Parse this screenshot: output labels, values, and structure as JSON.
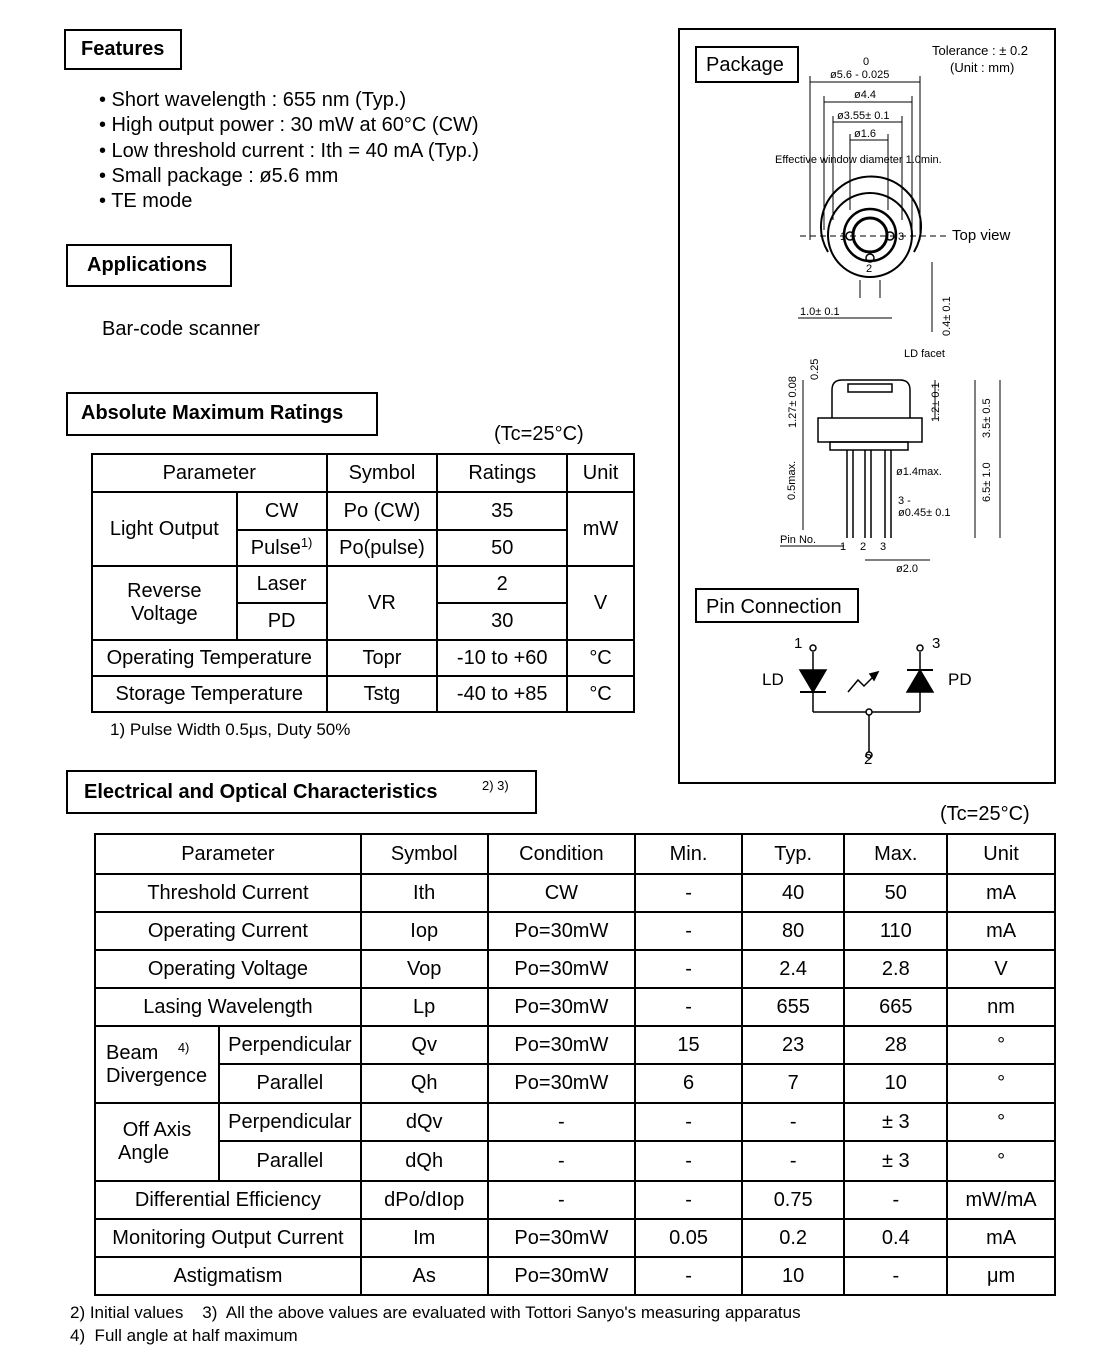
{
  "features": {
    "title": "Features",
    "items": [
      "• Short wavelength : 655 nm (Typ.)",
      "• High output power : 30 mW at 60°C (CW)",
      "• Low threshold current : Ith = 40 mA (Typ.)",
      "• Small package : ø5.6 mm",
      "• TE mode"
    ]
  },
  "applications": {
    "title": "Applications",
    "text": "Bar-code scanner"
  },
  "amr": {
    "title": "Absolute Maximum Ratings",
    "condition": "(Tc=25°C)",
    "headers": [
      "Parameter",
      "Symbol",
      "Ratings",
      "Unit"
    ],
    "light_output": "Light Output",
    "cw": "CW",
    "pulse": "Pulse",
    "pulse_note": "1)",
    "po_cw": "Po  (CW)",
    "po_pulse": "Po(pulse)",
    "r35": "35",
    "r50": "50",
    "mw": "mW",
    "reverse_voltage_1": "Reverse",
    "reverse_voltage_2": "Voltage",
    "laser": "Laser",
    "pd": "PD",
    "vr": "VR",
    "r2": "2",
    "r30": "30",
    "v": "V",
    "op_temp": "Operating Temperature",
    "topr": "Topr",
    "op_range": "-10 to +60",
    "st_temp": "Storage Temperature",
    "tstg": "Tstg",
    "st_range": "-40 to +85",
    "degc": "°C",
    "footnote": "1) Pulse Width 0.5μs, Duty 50%"
  },
  "eoc": {
    "title": "Electrical and Optical Characteristics",
    "title_note": "2) 3)",
    "condition": "(Tc=25°C)",
    "headers": [
      "Parameter",
      "Symbol",
      "Condition",
      "Min.",
      "Typ.",
      "Max.",
      "Unit"
    ],
    "beam_1": "Beam",
    "beam_2": "Divergence",
    "beam_note": "4)",
    "offaxis_1": "Off Axis",
    "offaxis_2": "Angle",
    "perp": "Perpendicular",
    "para": "Parallel",
    "rows": [
      {
        "param": "Threshold Current",
        "sym": "Ith",
        "cond": "CW",
        "min": "-",
        "typ": "40",
        "max": "50",
        "unit": "mA"
      },
      {
        "param": "Operating Current",
        "sym": "Iop",
        "cond": "Po=30mW",
        "min": "-",
        "typ": "80",
        "max": "110",
        "unit": "mA"
      },
      {
        "param": "Operating Voltage",
        "sym": "Vop",
        "cond": "Po=30mW",
        "min": "-",
        "typ": "2.4",
        "max": "2.8",
        "unit": "V"
      },
      {
        "param": "Lasing Wavelength",
        "sym": "Lp",
        "cond": "Po=30mW",
        "min": "-",
        "typ": "655",
        "max": "665",
        "unit": "nm"
      },
      {
        "sym": "Qv",
        "cond": "Po=30mW",
        "min": "15",
        "typ": "23",
        "max": "28",
        "unit": "°"
      },
      {
        "sym": "Qh",
        "cond": "Po=30mW",
        "min": "6",
        "typ": "7",
        "max": "10",
        "unit": "°"
      },
      {
        "sym": "dQv",
        "cond": "-",
        "min": "-",
        "typ": "-",
        "max": "± 3",
        "unit": "°"
      },
      {
        "sym": "dQh",
        "cond": "-",
        "min": "-",
        "typ": "-",
        "max": "± 3",
        "unit": "°"
      },
      {
        "param": "Differential Efficiency",
        "sym": "dPo/dIop",
        "cond": "-",
        "min": "-",
        "typ": "0.75",
        "max": "-",
        "unit": "mW/mA"
      },
      {
        "param": "Monitoring Output Current",
        "sym": "Im",
        "cond": "Po=30mW",
        "min": "0.05",
        "typ": "0.2",
        "max": "0.4",
        "unit": "mA"
      },
      {
        "param": "Astigmatism",
        "sym": "As",
        "cond": "Po=30mW",
        "min": "-",
        "typ": "10",
        "max": "-",
        "unit": "μm"
      }
    ],
    "footnote1": "2) Initial values    3)  All the above values are evaluated with Tottori Sanyo's measuring apparatus",
    "footnote2": "4)  Full angle at half maximum"
  },
  "package": {
    "title": "Package",
    "tolerance": "Tolerance : ± 0.2",
    "unit": "(Unit : mm)",
    "d56_sup": "0",
    "d56": "ø5.6 - 0.025",
    "d44": "ø4.4",
    "d355": "ø3.55± 0.1",
    "d16": "ø1.6",
    "window": "Effective window diameter 1.0min.",
    "top_view": "Top view",
    "dim10": "1.0± 0.1",
    "dim04": "0.4± 0.1",
    "ld_facet": "LD facet",
    "dim025": "0.25",
    "dim127": "1.27± 0.08",
    "dim12": "1.2± 0.1",
    "dim35": "3.5± 0.5",
    "dim05": "0.5max.",
    "dim14": "ø1.4max.",
    "dim65": "6.5± 1.0",
    "dim3": "3 -",
    "dim045": "ø0.45± 0.1",
    "pin_no": "Pin No.",
    "dim20": "ø2.0",
    "p1": "1",
    "p2": "2",
    "p3": "3"
  },
  "pin_connection": {
    "title": "Pin Connection",
    "ld": "LD",
    "pd": "PD",
    "pin1": "1",
    "pin2": "2",
    "pin3": "3"
  }
}
